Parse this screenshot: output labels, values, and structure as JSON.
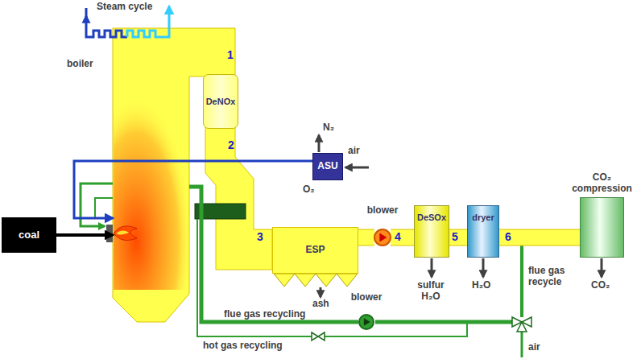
{
  "diagram": {
    "nodes": [
      {
        "text": [
          "boiler"
        ]
      },
      {
        "text": [
          "coal"
        ]
      },
      {
        "text": [
          "DeNOx"
        ]
      },
      {
        "text": [
          "ASU"
        ]
      },
      {
        "text": [
          "ESP"
        ]
      },
      {
        "text": [
          "blower"
        ]
      },
      {
        "text": [
          "DeSOx"
        ]
      },
      {
        "text": [
          "dryer"
        ]
      },
      {
        "text": [
          "CO₂ compression"
        ]
      },
      {
        "text": [
          "blower"
        ]
      }
    ],
    "edges": [
      {
        "from": 1,
        "to": 0,
        "arrow": "to"
      },
      {
        "from": 3,
        "to": 0,
        "arrow": "to"
      },
      {
        "from": 4,
        "to": 5,
        "arrow": "none"
      },
      {
        "from": 5,
        "to": 6,
        "arrow": "none"
      },
      {
        "from": 6,
        "to": 7,
        "arrow": "none"
      },
      {
        "from": 7,
        "to": 8,
        "arrow": "none"
      },
      {
        "from": 9,
        "to": 0,
        "arrow": "none"
      }
    ],
    "labels": [
      "Steam cycle",
      "1",
      "2",
      "3",
      "4",
      "5",
      "6",
      "N₂",
      "air",
      "O₂",
      "ash",
      "sulfur H₂O",
      "H₂O",
      "flue gas recycle",
      "CO₂",
      "air",
      "flue gas recycling",
      "hot gas recycling"
    ]
  }
}
